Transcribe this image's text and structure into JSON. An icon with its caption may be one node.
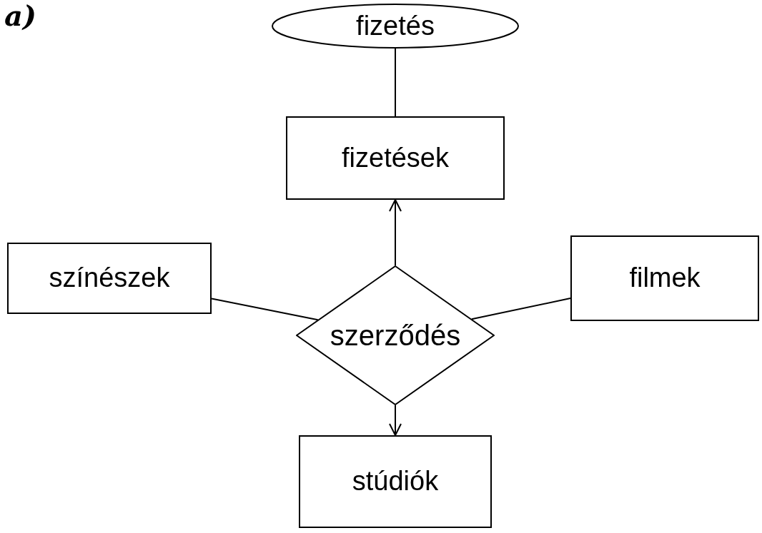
{
  "diagram": {
    "nodes": [
      {
        "text": [
          "fizetés"
        ]
      },
      {
        "text": [
          "fizetések"
        ]
      },
      {
        "text": [
          "színészek"
        ]
      },
      {
        "text": [
          "szerződés"
        ]
      },
      {
        "text": [
          "filmek"
        ]
      },
      {
        "text": [
          "stúdiók"
        ]
      }
    ],
    "edges": [
      {
        "from": 0,
        "to": 1,
        "arrow": "none"
      },
      {
        "from": 3,
        "to": 1,
        "arrow": "to"
      },
      {
        "from": 2,
        "to": 3,
        "arrow": "none"
      },
      {
        "from": 4,
        "to": 3,
        "arrow": "none"
      },
      {
        "from": 3,
        "to": 5,
        "arrow": "to"
      }
    ],
    "labels": [
      "a)"
    ]
  }
}
